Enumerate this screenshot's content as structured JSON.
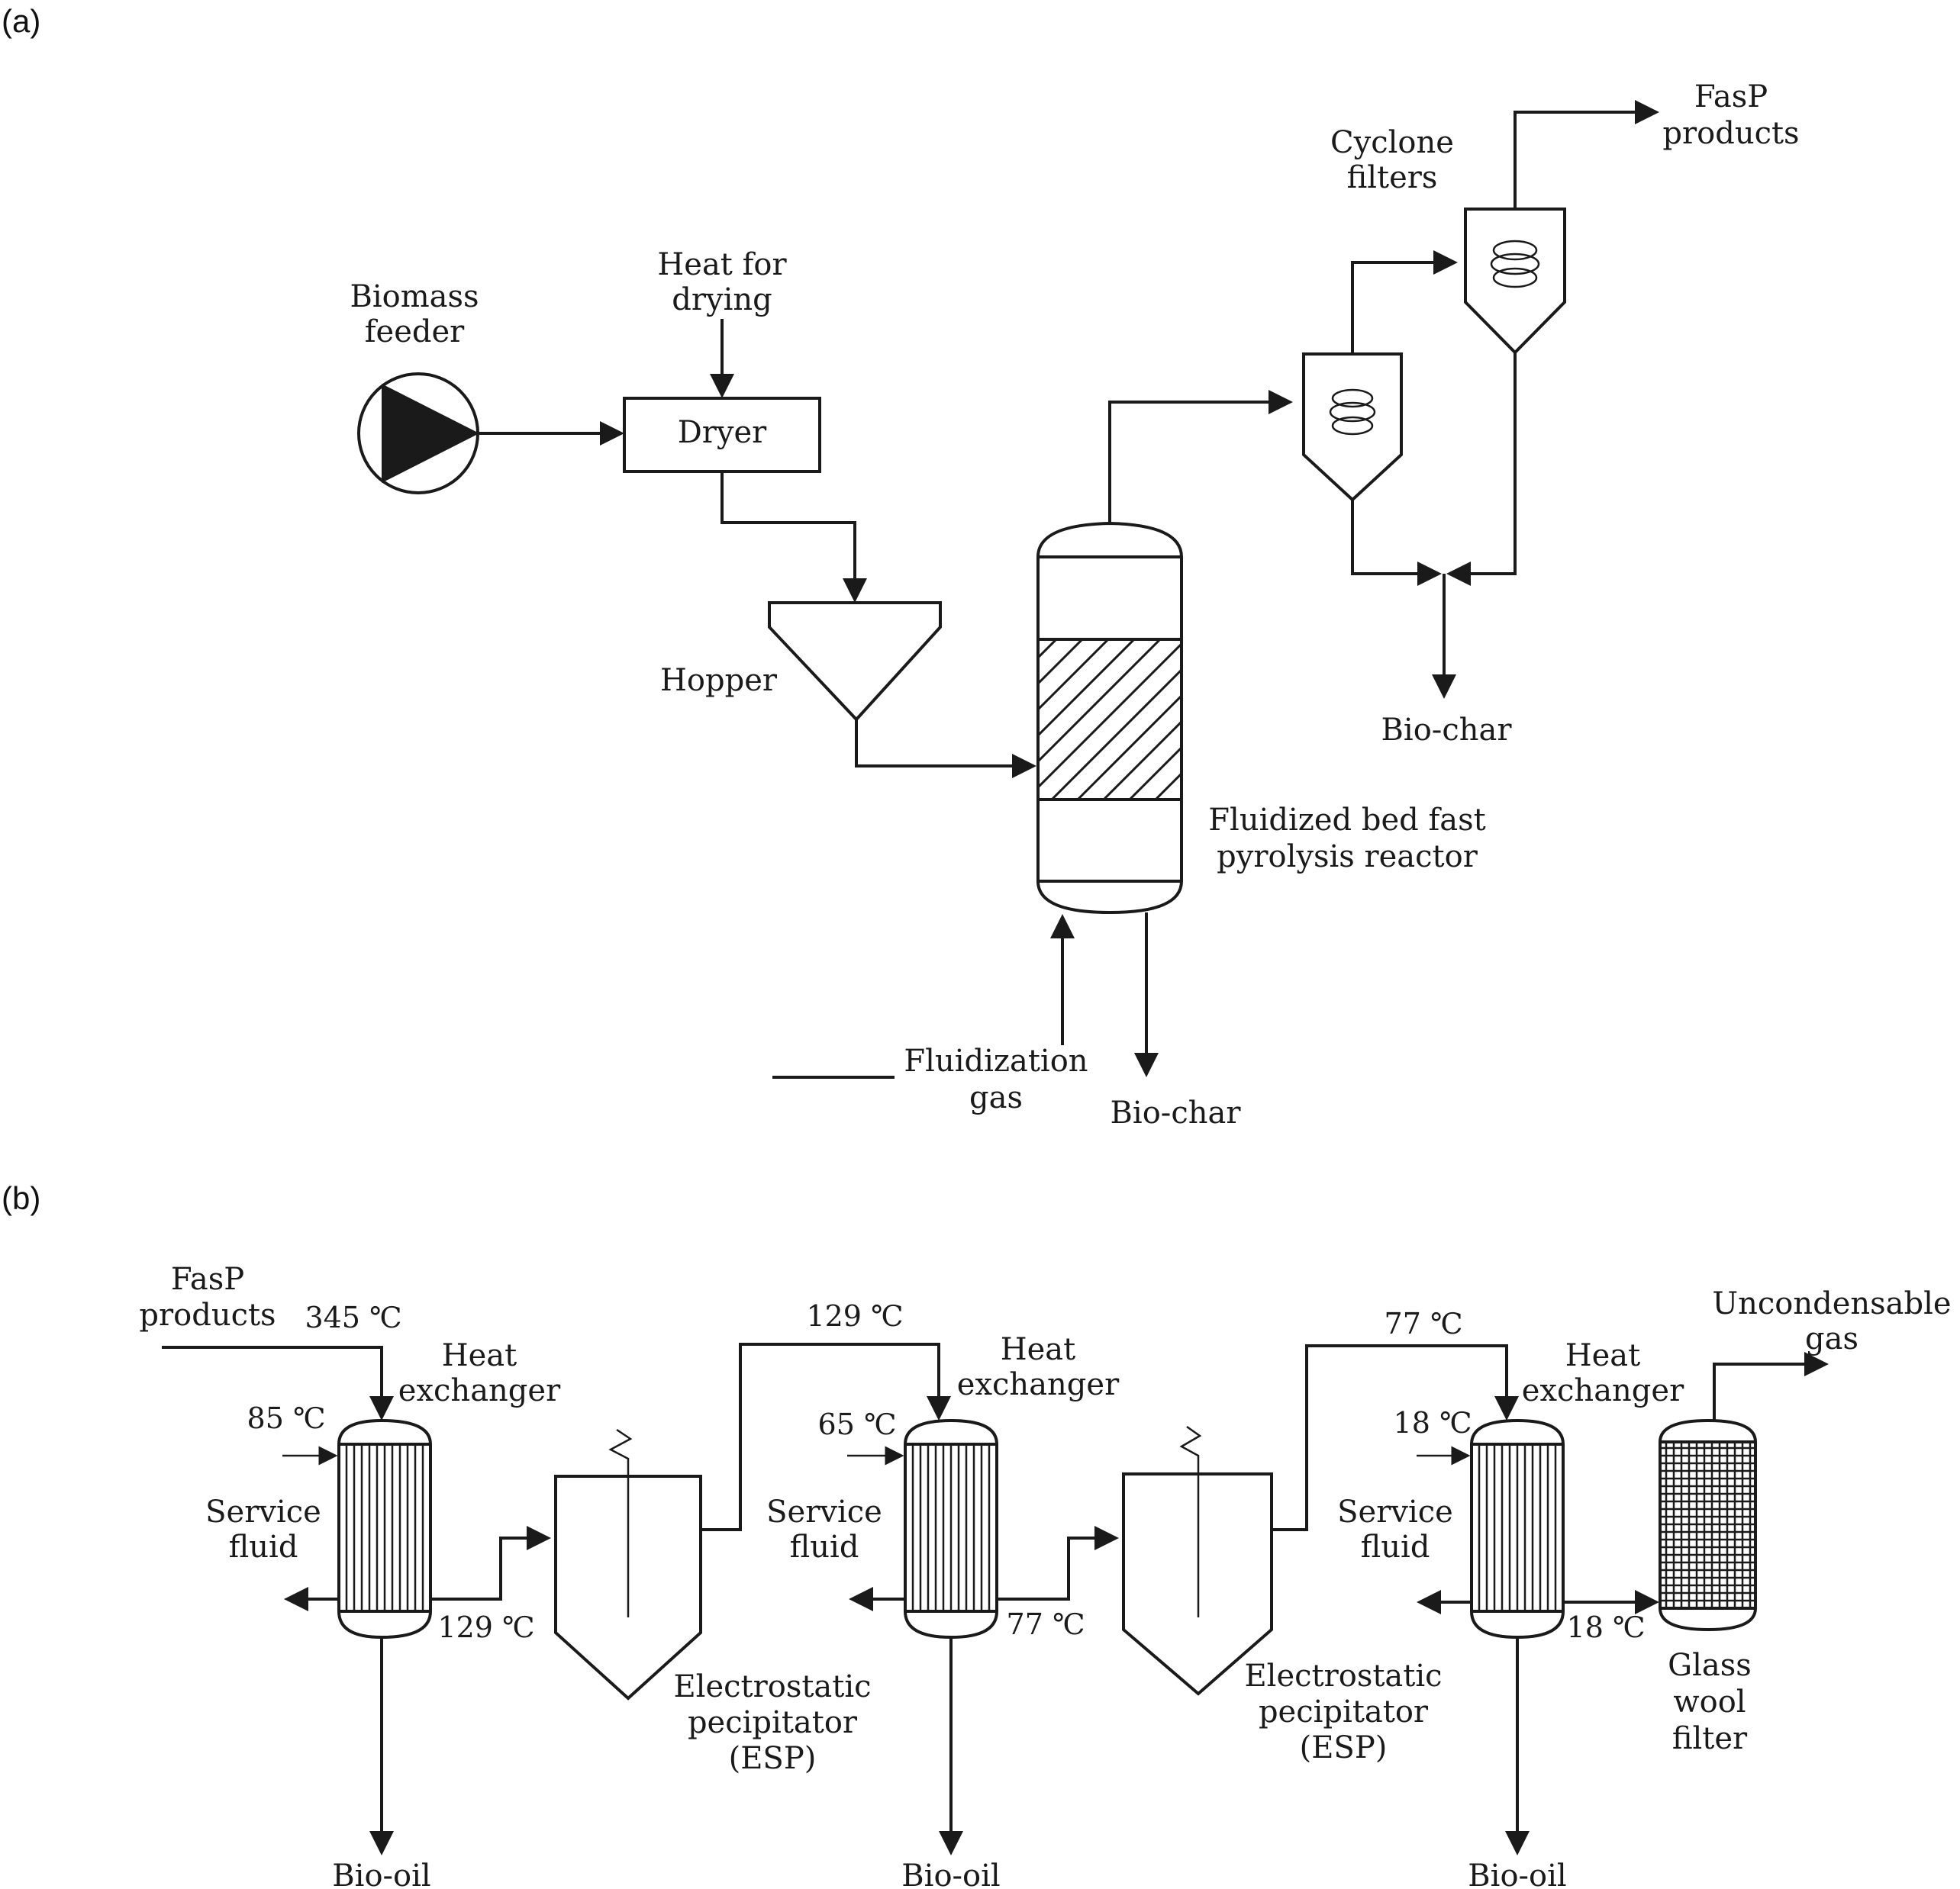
{
  "panels": {
    "a": "(a)",
    "b": "(b)"
  },
  "a": {
    "biomass_feeder": [
      "Biomass",
      "feeder"
    ],
    "heat_for_drying": [
      "Heat for",
      "drying"
    ],
    "dryer": "Dryer",
    "hopper": "Hopper",
    "reactor": [
      "Fluidized bed fast",
      "pyrolysis reactor"
    ],
    "fluidization_gas": [
      "Fluidization",
      "gas"
    ],
    "biochar_bottom": "Bio-char",
    "cyclone_filters": [
      "Cyclone",
      "filters"
    ],
    "fasp_products": [
      "FasP",
      "products"
    ],
    "biochar_cyclone": "Bio-char"
  },
  "b": {
    "fasp_products": [
      "FasP",
      "products"
    ],
    "temp_inlet": "345 ℃",
    "heat_exchanger": [
      "Heat",
      "exchanger"
    ],
    "service_fluid": [
      "Service",
      "fluid"
    ],
    "esp": [
      "Electrostatic",
      "pecipitator",
      "(ESP)"
    ],
    "bio_oil": "Bio-oil",
    "uncondensable_gas": [
      "Uncondensable",
      "gas"
    ],
    "glass_wool_filter": [
      "Glass",
      "wool",
      "filter"
    ],
    "hx1": {
      "service_in": "85 ℃",
      "out": "129 ℃"
    },
    "esp1": {
      "out": "129 ℃"
    },
    "hx2": {
      "service_in": "65 ℃",
      "out": "77 ℃"
    },
    "esp2": {
      "out": "77 ℃"
    },
    "hx3": {
      "service_in": "18 ℃",
      "out": "18 ℃"
    }
  }
}
